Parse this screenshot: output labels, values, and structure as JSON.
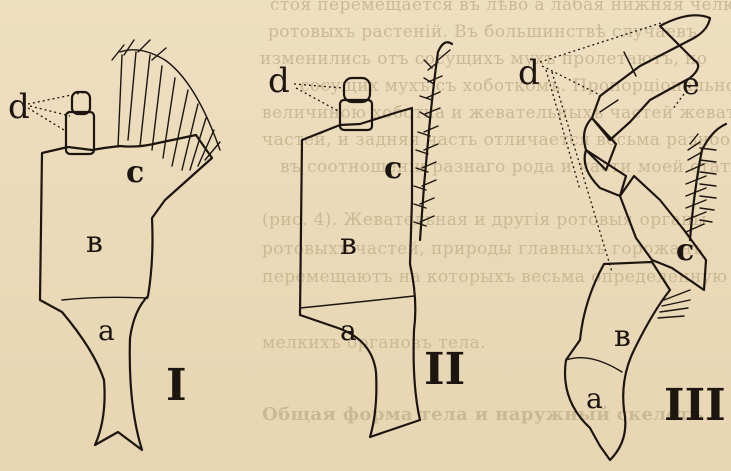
{
  "figures": [
    {
      "numeral": "I",
      "labels": {
        "d": "d",
        "c": "c",
        "b": "в",
        "a": "a"
      }
    },
    {
      "numeral": "II",
      "labels": {
        "d": "d",
        "c": "c",
        "b": "в",
        "a": "a"
      }
    },
    {
      "numeral": "III",
      "labels": {
        "d": "d",
        "e": "e",
        "c": "c",
        "b": "в",
        "a": "a"
      }
    }
  ],
  "bleed_through": [
    "стоя перемещается въ лѣво а лабая нижняя челюсть",
    "ротовыхъ растеній. Въ большинствѣ случаевъ",
    "изменились отъ сосущихъ мухъ пролетаютъ, но",
    "сосущих мухъ съ хоботкомъ. Пропорціональной",
    "величиною хоботка и жевательныхъ частей жевательныхъ",
    "частей, и задняя часть отличается весьма разнообразно",
    "въ соотношенiи разнаго рода и части моей статьи",
    "(рис. 4). Жевательная и другія ротовыя органы",
    "ротовыхъ частей, природы главныхъ горожанъ",
    "перемещаютъ на которыхъ весьма определенную",
    "мелкихъ органовъ тела.",
    "",
    "Общая форма тела и наружный скелетъ."
  ]
}
